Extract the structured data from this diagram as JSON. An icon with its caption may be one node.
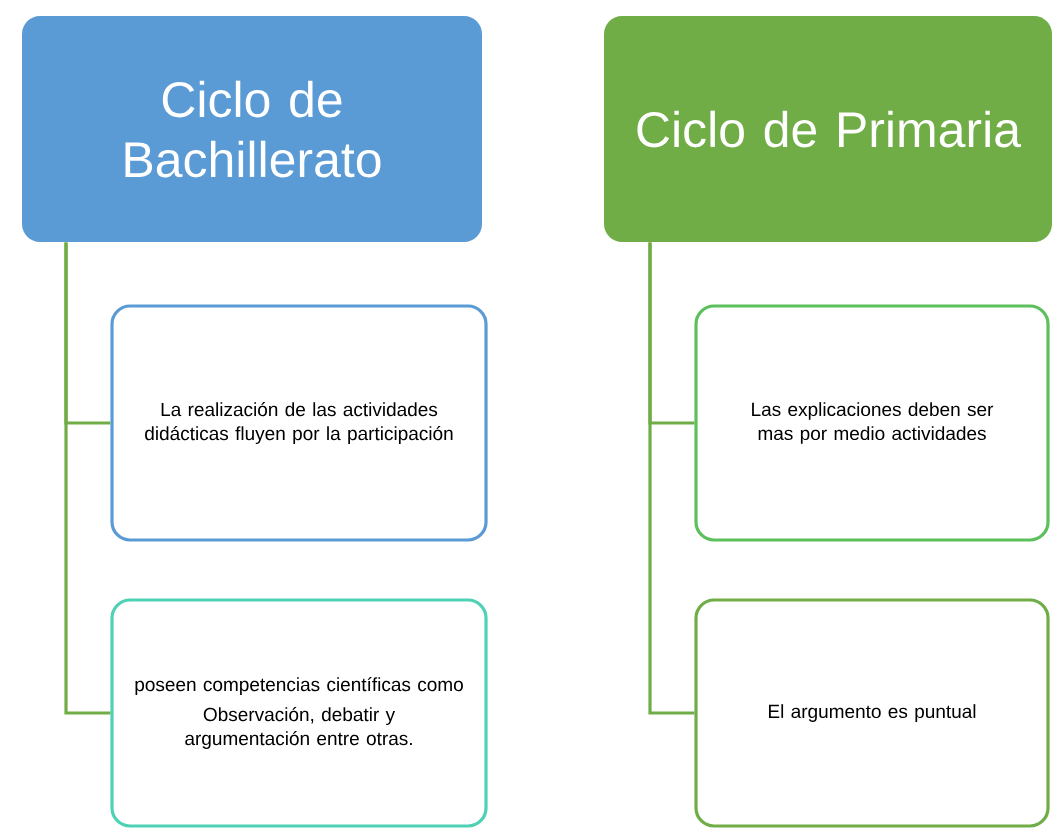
{
  "diagram": {
    "nodes": [
      {
        "text": [
          "Ciclo de Bachillerato"
        ]
      },
      {
        "text": [
          "La realización de las actividades  didácticas fluyen por la participación"
        ]
      },
      {
        "text": [
          "poseen competencias científicas como",
          "Observación, debatir y argumentación entre otras."
        ]
      },
      {
        "text": [
          "Ciclo de Primaria"
        ]
      },
      {
        "text": [
          "Las explicaciones deben ser mas por medio actividades"
        ]
      },
      {
        "text": [
          "El argumento es puntual"
        ]
      }
    ],
    "edges": [
      {
        "from": 0,
        "to": 1,
        "arrow": "none"
      },
      {
        "from": 0,
        "to": 2,
        "arrow": "none"
      },
      {
        "from": 3,
        "to": 4,
        "arrow": "none"
      },
      {
        "from": 3,
        "to": 5,
        "arrow": "none"
      }
    ]
  }
}
